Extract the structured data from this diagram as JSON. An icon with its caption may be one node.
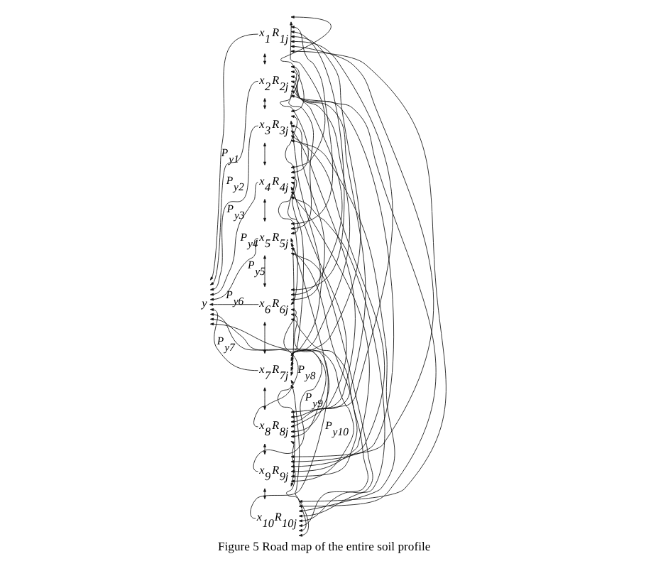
{
  "diagram": {
    "caption": "Figure 5 Road map of the entire soil profile",
    "nodes": [
      {
        "text": [
          "y"
        ]
      },
      {
        "text": [
          "x$_{1}$"
        ],
        "beside": [
          "R$_{1j}$"
        ]
      },
      {
        "text": [
          "x$_{2}$"
        ],
        "beside": [
          "R$_{2j}$"
        ]
      },
      {
        "text": [
          "x$_{3}$"
        ],
        "beside": [
          "R$_{3j}$"
        ]
      },
      {
        "text": [
          "x$_{4}$"
        ],
        "beside": [
          "R$_{4j}$"
        ]
      },
      {
        "text": [
          "x$_{5}$"
        ],
        "beside": [
          "R$_{5j}$"
        ]
      },
      {
        "text": [
          "x$_{6}$"
        ],
        "beside": [
          "R$_{6j}$"
        ]
      },
      {
        "text": [
          "x$_{7}$"
        ],
        "beside": [
          "R$_{7j}$"
        ]
      },
      {
        "text": [
          "x$_{8}$"
        ],
        "beside": [
          "R$_{8j}$"
        ]
      },
      {
        "text": [
          "x$_{9}$"
        ],
        "beside": [
          "R$_{9j}$"
        ]
      },
      {
        "text": [
          "x$_{10}$"
        ],
        "beside": [
          "R$_{10j}$"
        ]
      }
    ],
    "edges": [
      {
        "from": 1,
        "to": 0,
        "arrow": "to",
        "label": "P$_{y1}$"
      },
      {
        "from": 2,
        "to": 0,
        "arrow": "to",
        "label": "P$_{y2}$"
      },
      {
        "from": 3,
        "to": 0,
        "arrow": "to",
        "label": "P$_{y3}$"
      },
      {
        "from": 4,
        "to": 0,
        "arrow": "to",
        "label": "P$_{y4}$"
      },
      {
        "from": 5,
        "to": 0,
        "arrow": "to",
        "label": "P$_{y5}$"
      },
      {
        "from": 6,
        "to": 0,
        "arrow": "to",
        "label": "P$_{y6}$"
      },
      {
        "from": 7,
        "to": 0,
        "arrow": "to",
        "label": "P$_{y7}$"
      },
      {
        "from": 8,
        "to": 0,
        "arrow": "to",
        "label": "P$_{y8}$"
      },
      {
        "from": 9,
        "to": 0,
        "arrow": "to",
        "label": "P$_{y9}$"
      },
      {
        "from": 10,
        "to": 0,
        "arrow": "to",
        "label": "P$_{y10}$"
      },
      {
        "from": 1,
        "to": 2,
        "arrow": "both"
      },
      {
        "from": 2,
        "to": 3,
        "arrow": "both"
      },
      {
        "from": 3,
        "to": 4,
        "arrow": "both"
      },
      {
        "from": 4,
        "to": 5,
        "arrow": "both"
      },
      {
        "from": 5,
        "to": 6,
        "arrow": "both"
      },
      {
        "from": 6,
        "to": 7,
        "arrow": "both"
      },
      {
        "from": 7,
        "to": 8,
        "arrow": "both"
      },
      {
        "from": 8,
        "to": 9,
        "arrow": "both"
      },
      {
        "from": 9,
        "to": 10,
        "arrow": "both"
      },
      {
        "from": 1,
        "to": 3,
        "arrow": "both"
      },
      {
        "from": 1,
        "to": 4,
        "arrow": "both"
      },
      {
        "from": 1,
        "to": 5,
        "arrow": "both"
      },
      {
        "from": 1,
        "to": 6,
        "arrow": "both"
      },
      {
        "from": 1,
        "to": 7,
        "arrow": "both"
      },
      {
        "from": 1,
        "to": 8,
        "arrow": "both"
      },
      {
        "from": 1,
        "to": 9,
        "arrow": "both"
      },
      {
        "from": 1,
        "to": 10,
        "arrow": "both"
      },
      {
        "from": 2,
        "to": 4,
        "arrow": "both"
      },
      {
        "from": 2,
        "to": 5,
        "arrow": "both"
      },
      {
        "from": 2,
        "to": 6,
        "arrow": "both"
      },
      {
        "from": 2,
        "to": 7,
        "arrow": "both"
      },
      {
        "from": 2,
        "to": 8,
        "arrow": "both"
      },
      {
        "from": 2,
        "to": 9,
        "arrow": "both"
      },
      {
        "from": 2,
        "to": 10,
        "arrow": "both"
      },
      {
        "from": 3,
        "to": 5,
        "arrow": "both"
      },
      {
        "from": 3,
        "to": 6,
        "arrow": "both"
      },
      {
        "from": 3,
        "to": 7,
        "arrow": "both"
      },
      {
        "from": 3,
        "to": 8,
        "arrow": "both"
      },
      {
        "from": 3,
        "to": 9,
        "arrow": "both"
      },
      {
        "from": 3,
        "to": 10,
        "arrow": "both"
      },
      {
        "from": 4,
        "to": 6,
        "arrow": "both"
      },
      {
        "from": 4,
        "to": 7,
        "arrow": "both"
      },
      {
        "from": 4,
        "to": 8,
        "arrow": "both"
      },
      {
        "from": 4,
        "to": 9,
        "arrow": "both"
      },
      {
        "from": 4,
        "to": 10,
        "arrow": "both"
      },
      {
        "from": 5,
        "to": 7,
        "arrow": "both"
      },
      {
        "from": 5,
        "to": 8,
        "arrow": "both"
      },
      {
        "from": 5,
        "to": 9,
        "arrow": "both"
      },
      {
        "from": 5,
        "to": 10,
        "arrow": "both"
      },
      {
        "from": 6,
        "to": 8,
        "arrow": "both"
      },
      {
        "from": 6,
        "to": 9,
        "arrow": "both"
      },
      {
        "from": 6,
        "to": 10,
        "arrow": "both"
      },
      {
        "from": 7,
        "to": 9,
        "arrow": "both"
      },
      {
        "from": 7,
        "to": 10,
        "arrow": "both"
      },
      {
        "from": 8,
        "to": 10,
        "arrow": "both"
      }
    ]
  }
}
